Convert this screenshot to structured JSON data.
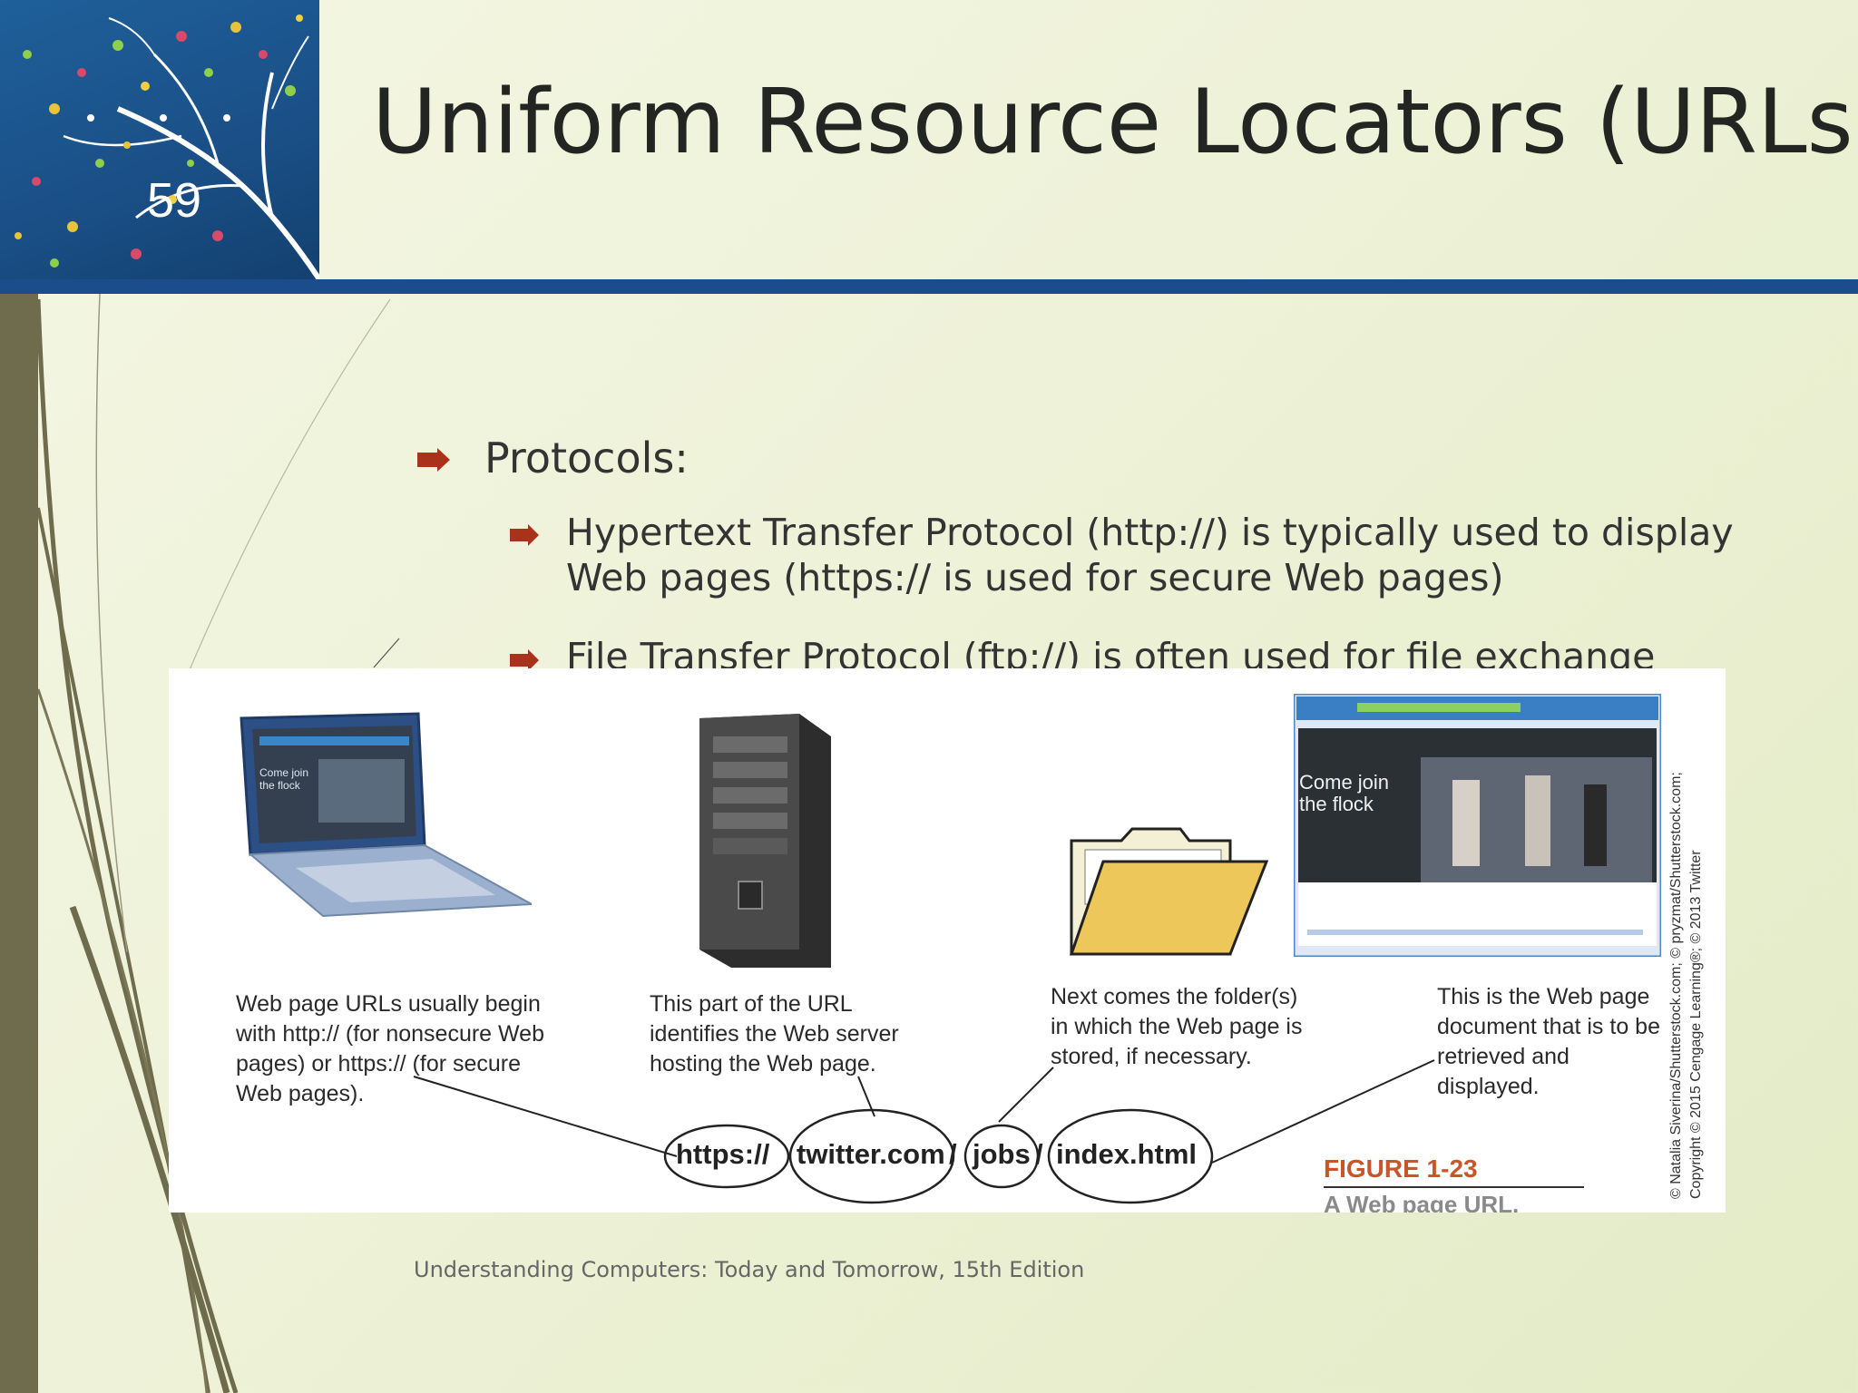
{
  "slide": {
    "number": "59",
    "title": "Uniform Resource Locators (URLs)",
    "footer": "Understanding Computers: Today and Tomorrow, 15th Edition"
  },
  "bullets": {
    "level1": "Protocols:",
    "level2_1": "Hypertext Transfer Protocol (http://) is typically used to display Web pages (https:// is used for secure Web pages)",
    "level2_2": "File Transfer Protocol (ftp://) is often used for file exchange"
  },
  "figure": {
    "captions": {
      "protocol": "Web page URLs usually begin with http:// (for nonsecure Web pages) or https:// (for secure Web pages).",
      "server": "This part of the URL identifies the Web server hosting the Web page.",
      "folder": "Next comes the folder(s) in which the Web page is stored, if necessary.",
      "document": "This is the Web page document that is to be retrieved and displayed."
    },
    "url_parts": {
      "protocol": "https://",
      "domain": "twitter.com",
      "folder": "jobs",
      "file": "index.html"
    },
    "screen_text": "Come join the flock",
    "figure_label": "FIGURE 1-23",
    "figure_title": "A Web page URL.",
    "credit_line1": "© Natalia Siverina/Shutterstock.com; © pryzmat/Shutterstock.com;",
    "credit_line2": "Copyright © 2015 Cengage Learning®; © 2013 Twitter"
  },
  "colors": {
    "title_bar": "#1b4d8c",
    "bullet_arrow": "#a8321a",
    "figure_label": "#c8562a",
    "side_band": "#6f6c4e"
  }
}
